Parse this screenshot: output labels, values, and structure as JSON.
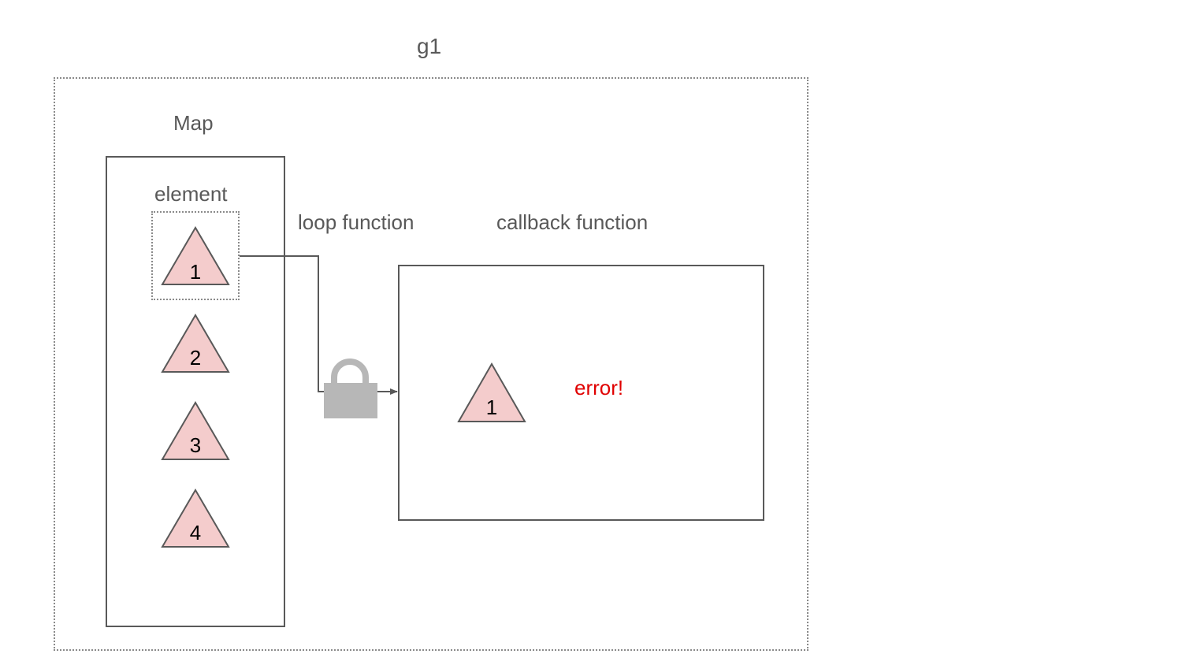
{
  "group": {
    "label": "g1"
  },
  "map": {
    "label": "Map",
    "element_label": "element",
    "items": [
      {
        "number": "1"
      },
      {
        "number": "2"
      },
      {
        "number": "3"
      },
      {
        "number": "4"
      }
    ]
  },
  "loop": {
    "label": "loop function"
  },
  "callback": {
    "label": "callback function",
    "item_number": "1",
    "error_text": "error!"
  },
  "colors": {
    "triangle_fill": "#f4cccc",
    "stroke": "#595959",
    "error": "#e00000",
    "lock": "#b7b7b7"
  }
}
